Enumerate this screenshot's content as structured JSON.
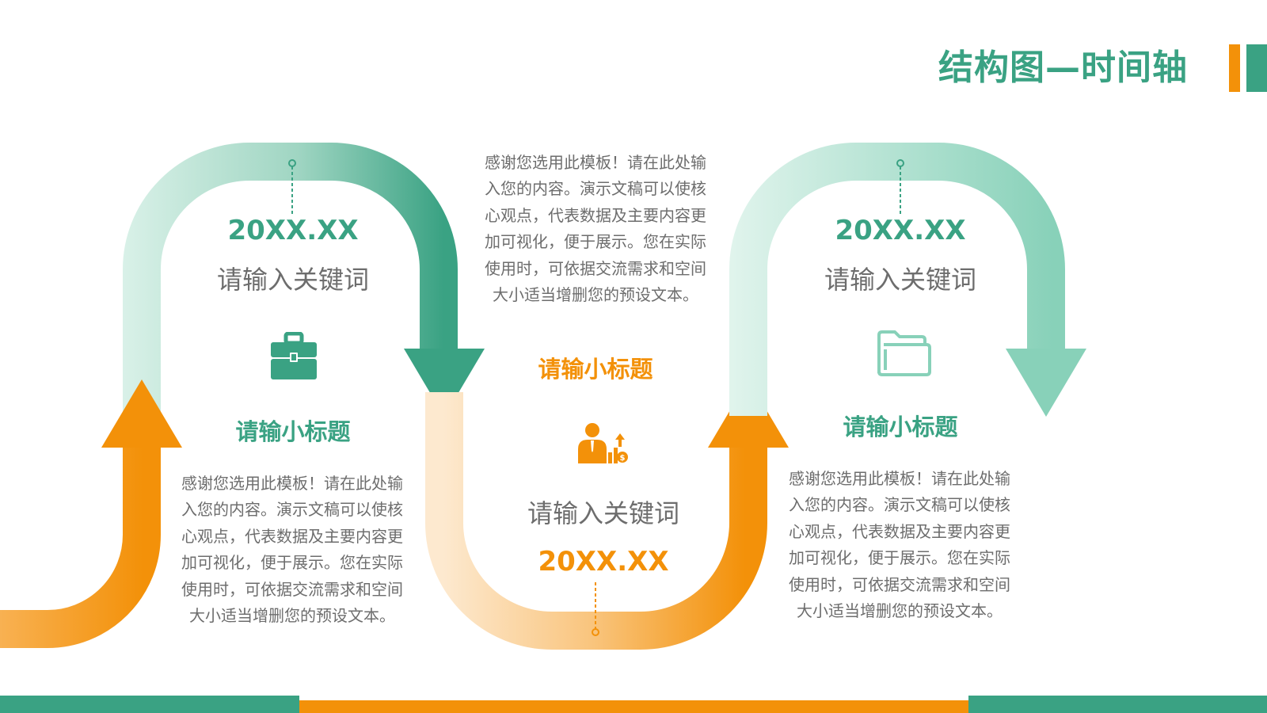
{
  "title": "结构图—时间轴",
  "colors": {
    "green": "#3aa283",
    "orange": "#f39109",
    "light_green": "#88d1b9",
    "gray_text": "#6d6d6d"
  },
  "steps": [
    {
      "date": "20XX.XX",
      "keyword": "请输入关键词",
      "icon": "briefcase-icon",
      "subtitle": "请输小标题",
      "body": "感谢您选用此模板！请在此处输入您的内容。演示文稿可以使核心观点，代表数据及主要内容更加可视化，便于展示。您在实际使用时，可依据交流需求和空间大小适当增删您的预设文本。"
    },
    {
      "date": "20XX.XX",
      "keyword": "请输入关键词",
      "icon": "businessman-growth-icon",
      "subtitle": "请输小标题",
      "body": "感谢您选用此模板！请在此处输入您的内容。演示文稿可以使核心观点，代表数据及主要内容更加可视化，便于展示。您在实际使用时，可依据交流需求和空间大小适当增删您的预设文本。"
    },
    {
      "date": "20XX.XX",
      "keyword": "请输入关键词",
      "icon": "folder-icon",
      "subtitle": "请输小标题",
      "body": "感谢您选用此模板！请在此处输入您的内容。演示文稿可以使核心观点，代表数据及主要内容更加可视化，便于展示。您在实际使用时，可依据交流需求和空间大小适当增删您的预设文本。"
    }
  ]
}
